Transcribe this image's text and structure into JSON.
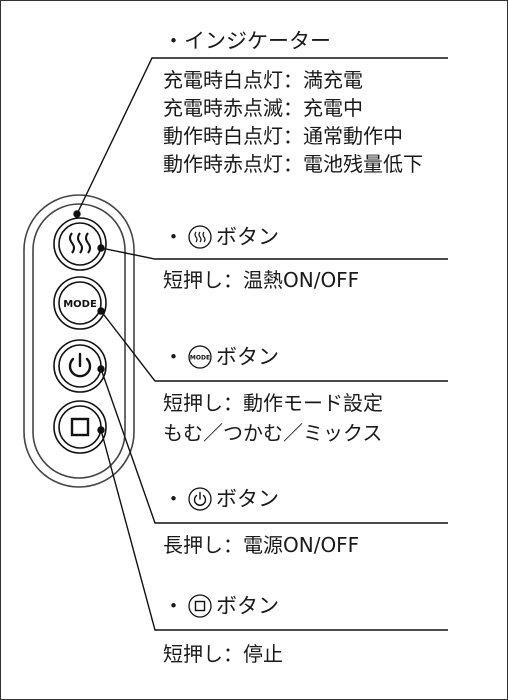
{
  "indicator": {
    "heading": "・インジケーター",
    "lines": [
      "充電時白点灯：満充電",
      "充電時赤点滅：充電中",
      "動作時白点灯：通常動作中",
      "動作時赤点灯：電池残量低下"
    ]
  },
  "heat": {
    "bullet": "・",
    "label": "ボタン",
    "desc": "短押し：温熱ON/OFF",
    "icon": "heat-waves-icon"
  },
  "mode": {
    "bullet": "・",
    "icon_text": "MODE",
    "label": "ボタン",
    "desc1": "短押し：動作モード設定",
    "desc2": "もむ／つかむ／ミックス",
    "icon": "mode-icon"
  },
  "power": {
    "bullet": "・",
    "label": "ボタン",
    "desc": "長押し：電源ON/OFF",
    "icon": "power-icon"
  },
  "stop": {
    "bullet": "・",
    "label": "ボタン",
    "desc": "短押し：停止",
    "icon": "stop-square-icon"
  },
  "remote": {
    "buttons": [
      {
        "name": "heat-button",
        "icon": "heat-waves-icon"
      },
      {
        "name": "mode-button",
        "text": "MODE"
      },
      {
        "name": "power-button",
        "icon": "power-icon"
      },
      {
        "name": "stop-button",
        "icon": "stop-square-icon"
      }
    ]
  },
  "colors": {
    "ink": "#1a1a1a",
    "outline": "#333333"
  }
}
